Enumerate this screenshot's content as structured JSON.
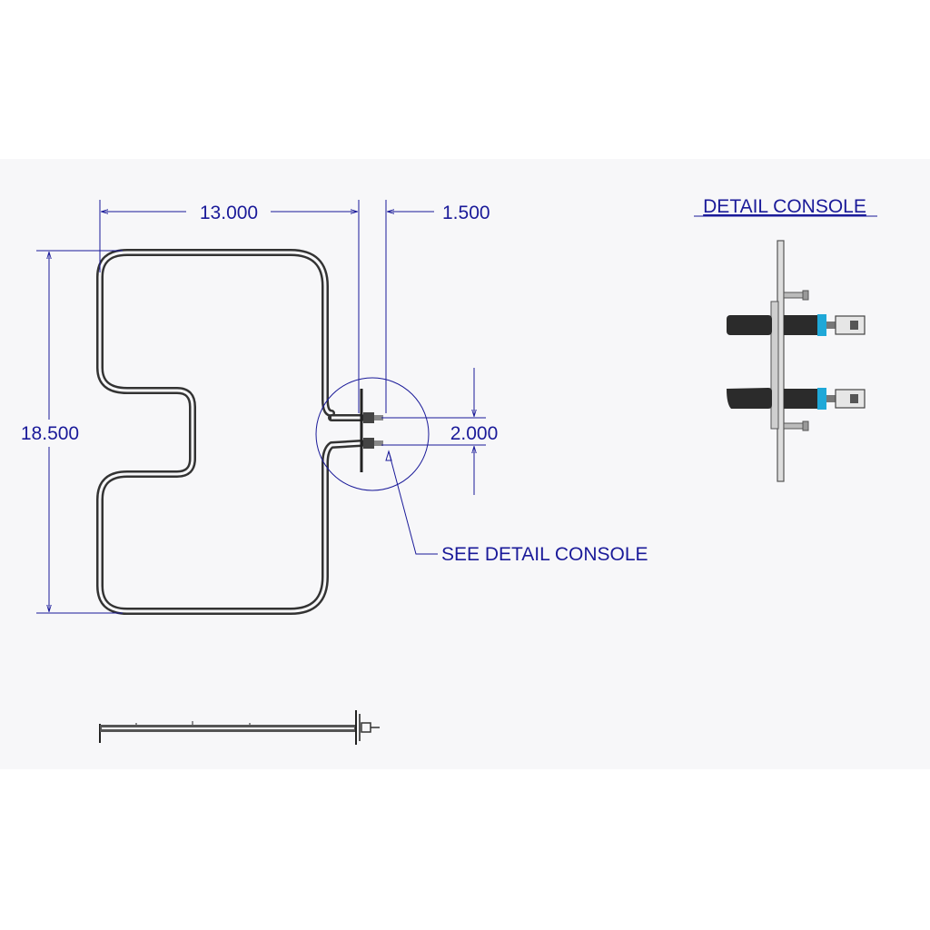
{
  "dimensions": {
    "width": "13.000",
    "offset": "1.500",
    "height": "18.500",
    "spacing": "2.000"
  },
  "callout": "SEE DETAIL CONSOLE",
  "detail_title": "DETAIL CONSOLE",
  "colors": {
    "dimension": "#1a1a99",
    "element": "#333333",
    "insulator": "#1fa8d8",
    "sheet": "#f7f7f9"
  }
}
